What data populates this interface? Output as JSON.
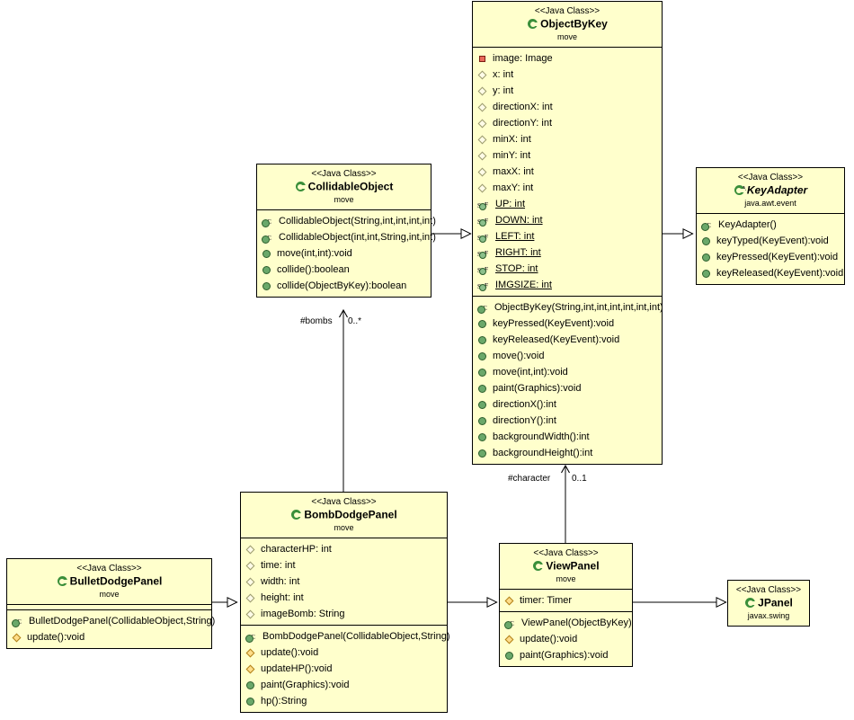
{
  "diagram": {
    "type": "uml-class-diagram",
    "title": "move package class diagram",
    "background": "#ffffff",
    "class_fill": "#ffffcc",
    "class_border": "#000000"
  },
  "classes": [
    {
      "id": "ObjectByKey",
      "stereotype": "<<Java Class>>",
      "name": "ObjectByKey",
      "package": "move",
      "abstract": false,
      "attributes": [
        {
          "icon": "private-field-icon",
          "text": "image: Image",
          "static": false
        },
        {
          "icon": "protected-field-icon",
          "text": "x: int",
          "static": false
        },
        {
          "icon": "protected-field-icon",
          "text": "y: int",
          "static": false
        },
        {
          "icon": "protected-field-icon",
          "text": "directionX: int",
          "static": false
        },
        {
          "icon": "protected-field-icon",
          "text": "directionY: int",
          "static": false
        },
        {
          "icon": "protected-field-icon",
          "text": "minX: int",
          "static": false
        },
        {
          "icon": "protected-field-icon",
          "text": "minY: int",
          "static": false
        },
        {
          "icon": "protected-field-icon",
          "text": "maxX: int",
          "static": false
        },
        {
          "icon": "protected-field-icon",
          "text": "maxY: int",
          "static": false
        },
        {
          "icon": "static-final-field-icon",
          "text": "UP: int",
          "static": true
        },
        {
          "icon": "static-final-field-icon",
          "text": "DOWN: int",
          "static": true
        },
        {
          "icon": "static-final-field-icon",
          "text": "LEFT: int",
          "static": true
        },
        {
          "icon": "static-final-field-icon",
          "text": "RIGHT: int",
          "static": true
        },
        {
          "icon": "static-final-field-icon",
          "text": "STOP: int",
          "static": true
        },
        {
          "icon": "static-final-field-icon",
          "text": "IMGSIZE: int",
          "static": true
        }
      ],
      "methods": [
        {
          "icon": "constructor-icon",
          "text": "ObjectByKey(String,int,int,int,int,int,int)"
        },
        {
          "icon": "public-method-icon",
          "text": "keyPressed(KeyEvent):void"
        },
        {
          "icon": "public-method-icon",
          "text": "keyReleased(KeyEvent):void"
        },
        {
          "icon": "public-method-icon",
          "text": "move():void"
        },
        {
          "icon": "public-method-icon",
          "text": "move(int,int):void"
        },
        {
          "icon": "public-method-icon",
          "text": "paint(Graphics):void"
        },
        {
          "icon": "public-method-icon",
          "text": "directionX():int"
        },
        {
          "icon": "public-method-icon",
          "text": "directionY():int"
        },
        {
          "icon": "public-method-icon",
          "text": "backgroundWidth():int"
        },
        {
          "icon": "public-method-icon",
          "text": "backgroundHeight():int"
        }
      ]
    },
    {
      "id": "CollidableObject",
      "stereotype": "<<Java Class>>",
      "name": "CollidableObject",
      "package": "move",
      "abstract": false,
      "attributes": [],
      "methods": [
        {
          "icon": "constructor-icon",
          "text": "CollidableObject(String,int,int,int,int)"
        },
        {
          "icon": "constructor-icon",
          "text": "CollidableObject(int,int,String,int,int)"
        },
        {
          "icon": "public-method-icon",
          "text": "move(int,int):void"
        },
        {
          "icon": "public-method-icon",
          "text": "collide():boolean"
        },
        {
          "icon": "public-method-icon",
          "text": "collide(ObjectByKey):boolean"
        }
      ]
    },
    {
      "id": "KeyAdapter",
      "stereotype": "<<Java Class>>",
      "name": "KeyAdapter",
      "package": "java.awt.event",
      "abstract": true,
      "attributes": [],
      "methods": [
        {
          "icon": "constructor-icon",
          "text": "KeyAdapter()"
        },
        {
          "icon": "public-method-icon",
          "text": "keyTyped(KeyEvent):void"
        },
        {
          "icon": "public-method-icon",
          "text": "keyPressed(KeyEvent):void"
        },
        {
          "icon": "public-method-icon",
          "text": "keyReleased(KeyEvent):void"
        }
      ]
    },
    {
      "id": "BombDodgePanel",
      "stereotype": "<<Java Class>>",
      "name": "BombDodgePanel",
      "package": "move",
      "abstract": false,
      "attributes": [
        {
          "icon": "protected-field-icon",
          "text": "characterHP: int",
          "static": false
        },
        {
          "icon": "protected-field-icon",
          "text": "time: int",
          "static": false
        },
        {
          "icon": "protected-field-icon",
          "text": "width: int",
          "static": false
        },
        {
          "icon": "protected-field-icon",
          "text": "height: int",
          "static": false
        },
        {
          "icon": "protected-field-icon",
          "text": "imageBomb: String",
          "static": false
        }
      ],
      "methods": [
        {
          "icon": "constructor-icon",
          "text": "BombDodgePanel(CollidableObject,String)"
        },
        {
          "icon": "protected-method-icon",
          "text": "update():void"
        },
        {
          "icon": "protected-method-icon",
          "text": "updateHP():void"
        },
        {
          "icon": "public-method-icon",
          "text": "paint(Graphics):void"
        },
        {
          "icon": "public-method-icon",
          "text": "hp():String"
        }
      ]
    },
    {
      "id": "BulletDodgePanel",
      "stereotype": "<<Java Class>>",
      "name": "BulletDodgePanel",
      "package": "move",
      "abstract": false,
      "attributes": [],
      "methods": [
        {
          "icon": "constructor-icon",
          "text": "BulletDodgePanel(CollidableObject,String)"
        },
        {
          "icon": "protected-method-icon",
          "text": "update():void"
        }
      ]
    },
    {
      "id": "ViewPanel",
      "stereotype": "<<Java Class>>",
      "name": "ViewPanel",
      "package": "move",
      "abstract": false,
      "attributes": [
        {
          "icon": "protected-field-icon",
          "text": "timer: Timer",
          "static": false
        }
      ],
      "methods": [
        {
          "icon": "constructor-icon",
          "text": "ViewPanel(ObjectByKey)"
        },
        {
          "icon": "protected-method-icon",
          "text": "update():void"
        },
        {
          "icon": "public-method-icon",
          "text": "paint(Graphics):void"
        }
      ]
    },
    {
      "id": "JPanel",
      "stereotype": "<<Java Class>>",
      "name": "JPanel",
      "package": "javax.swing",
      "abstract": false,
      "attributes": [],
      "methods": []
    }
  ],
  "relationships": [
    {
      "id": "collidableobject-extends-objectbykey",
      "kind": "generalization",
      "from": "CollidableObject",
      "to": "ObjectByKey",
      "role": "",
      "multiplicity": ""
    },
    {
      "id": "objectbykey-extends-keyadapter",
      "kind": "generalization",
      "from": "ObjectByKey",
      "to": "KeyAdapter",
      "role": "",
      "multiplicity": ""
    },
    {
      "id": "bombdodgepanel-bombs-collidableobject",
      "kind": "association",
      "from": "BombDodgePanel",
      "to": "CollidableObject",
      "role": "#bombs",
      "multiplicity": "0..*"
    },
    {
      "id": "viewpanel-character-objectbykey",
      "kind": "association",
      "from": "ViewPanel",
      "to": "ObjectByKey",
      "role": "#character",
      "multiplicity": "0..1"
    },
    {
      "id": "bulletdodgepanel-extends-bombdodgepanel",
      "kind": "generalization",
      "from": "BulletDodgePanel",
      "to": "BombDodgePanel",
      "role": "",
      "multiplicity": ""
    },
    {
      "id": "bombdodgepanel-extends-viewpanel",
      "kind": "generalization",
      "from": "BombDodgePanel",
      "to": "ViewPanel",
      "role": "",
      "multiplicity": ""
    },
    {
      "id": "viewpanel-extends-jpanel",
      "kind": "generalization",
      "from": "ViewPanel",
      "to": "JPanel",
      "role": "",
      "multiplicity": ""
    }
  ]
}
